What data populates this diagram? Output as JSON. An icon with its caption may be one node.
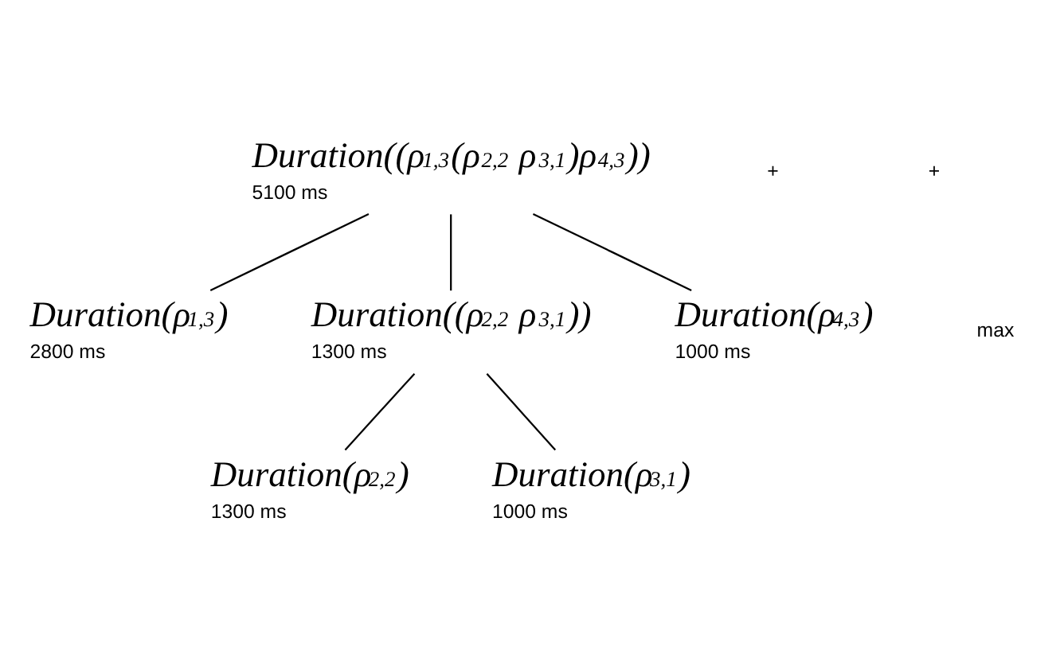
{
  "diagram": {
    "nodes": [
      {
        "text": [
          "Duration((ρ$_{1,3}$(ρ$_{2,2}$ ρ$_{3,1}$)ρ$_{4,3}$))"
        ],
        "beside": [
          "5100 ms"
        ]
      },
      {
        "text": [
          "Duration(ρ$_{1,3}$)"
        ],
        "beside": [
          "2800 ms"
        ]
      },
      {
        "text": [
          "Duration((ρ$_{2,2}$ ρ$_{3,1}$))"
        ],
        "beside": [
          "1300 ms"
        ]
      },
      {
        "text": [
          "Duration(ρ$_{4,3}$)"
        ],
        "beside": [
          "1000 ms"
        ]
      },
      {
        "text": [
          "Duration(ρ$_{2,2}$)"
        ],
        "beside": [
          "1300 ms"
        ]
      },
      {
        "text": [
          "Duration(ρ$_{3,1}$)"
        ],
        "beside": [
          "1000 ms"
        ]
      }
    ],
    "edges": [
      {
        "from": 0,
        "to": 1,
        "arrow": "none"
      },
      {
        "from": 0,
        "to": 2,
        "arrow": "none"
      },
      {
        "from": 0,
        "to": 3,
        "arrow": "none"
      },
      {
        "from": 2,
        "to": 4,
        "arrow": "none"
      },
      {
        "from": 2,
        "to": 5,
        "arrow": "none"
      }
    ],
    "labels": [
      "+",
      "+",
      "max"
    ]
  }
}
